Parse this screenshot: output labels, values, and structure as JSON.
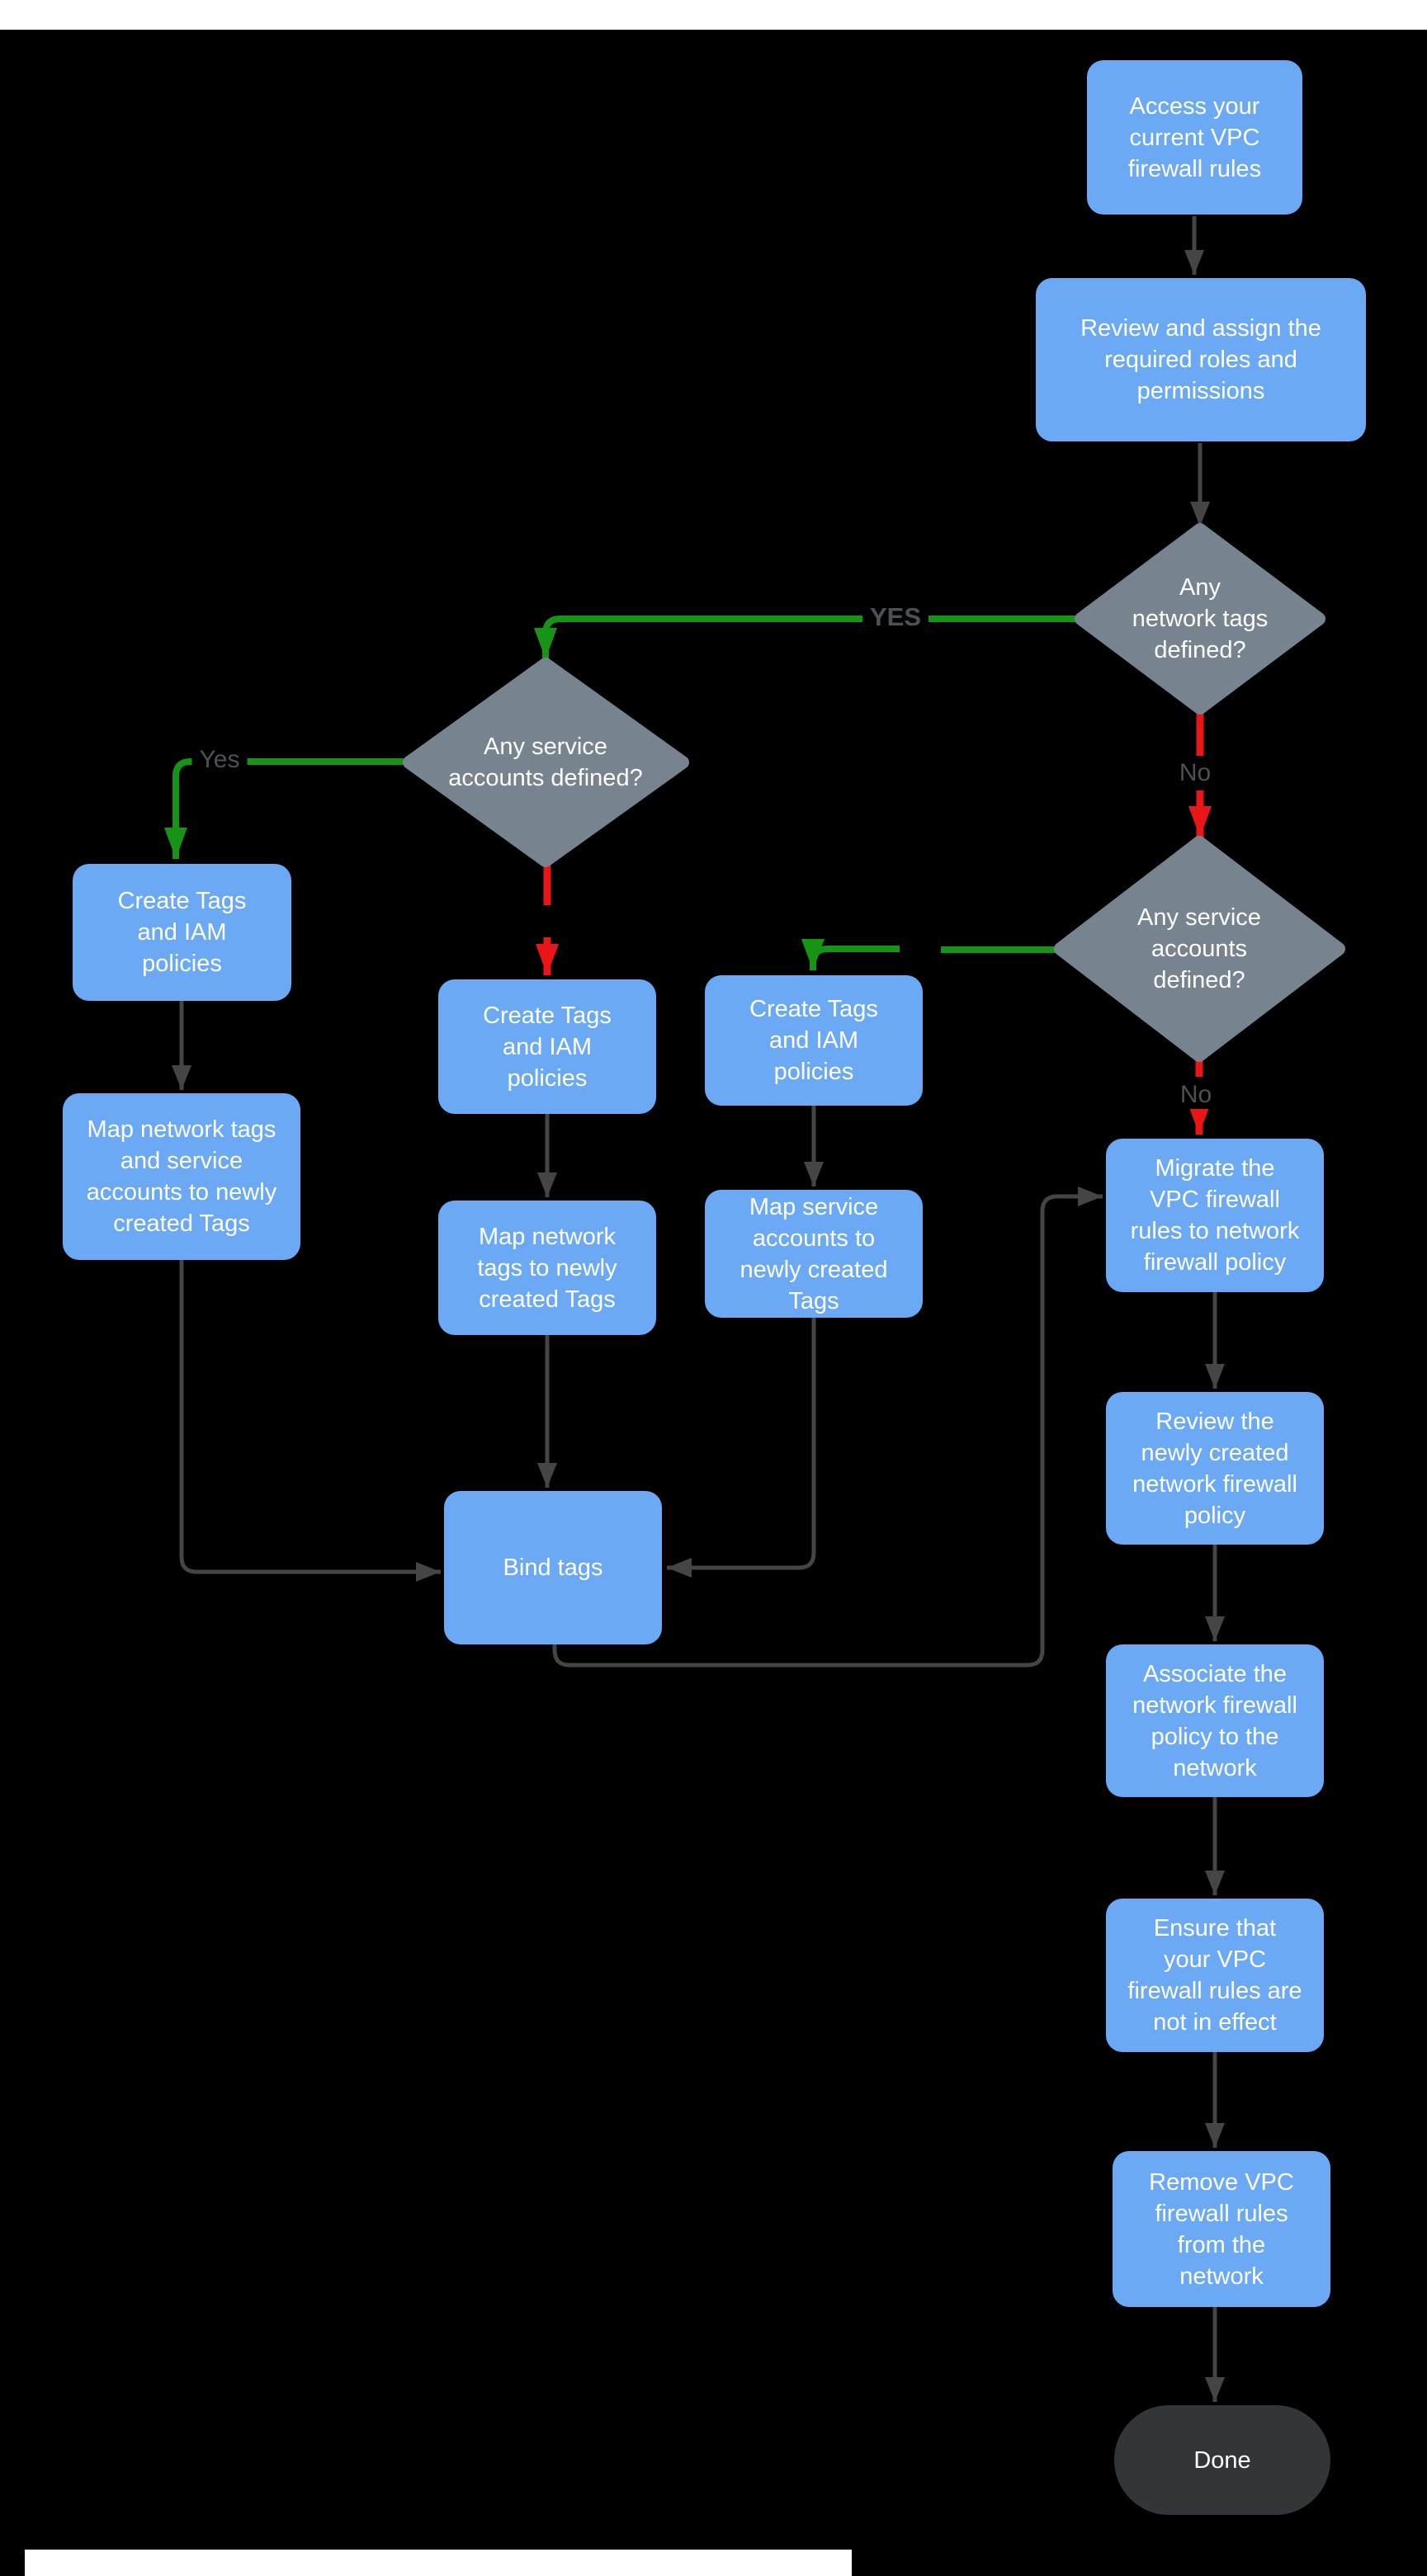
{
  "canvas": {
    "background": "#000000",
    "top_bar_color": "#ffffff",
    "bottom_bar_color": "#ffffff"
  },
  "colors": {
    "process_fill": "#6CA9F5",
    "decision_fill": "#77838F",
    "terminator_fill": "#333638",
    "node_text": "#ffffff",
    "edge_default": "#454545",
    "edge_yes": "#169416",
    "edge_no": "#E81616",
    "edge_label_text": "#4C5156"
  },
  "nodes": {
    "access": {
      "label": "Access your\ncurrent VPC\nfirewall rules"
    },
    "review_roles": {
      "label": "Review and assign the\nrequired roles and\npermissions"
    },
    "network_tags_decision": {
      "label": "Any\nnetwork tags\ndefined?"
    },
    "service_accounts_decision_left": {
      "label": "Any service\naccounts defined?"
    },
    "service_accounts_decision_right": {
      "label": "Any service\naccounts\ndefined?"
    },
    "create_tags_left": {
      "label": "Create Tags\nand IAM\npolicies"
    },
    "map_network_and_service": {
      "label": "Map network tags\nand service\naccounts to newly\ncreated Tags"
    },
    "create_tags_middle": {
      "label": "Create Tags\nand IAM\npolicies"
    },
    "map_network_tags": {
      "label": "Map network\ntags to newly\ncreated Tags"
    },
    "create_tags_right": {
      "label": "Create Tags\nand IAM\npolicies"
    },
    "map_service_accounts": {
      "label": "Map service\naccounts  to\nnewly created\nTags"
    },
    "bind_tags": {
      "label": "Bind tags"
    },
    "migrate": {
      "label": "Migrate the\nVPC firewall\nrules to network\nfirewall policy"
    },
    "review_policy": {
      "label": "Review the\nnewly created\nnetwork firewall\npolicy"
    },
    "associate": {
      "label": "Associate the\nnetwork firewall\npolicy to the\nnetwork"
    },
    "ensure": {
      "label": "Ensure that\nyour VPC\nfirewall rules are\nnot in effect"
    },
    "remove": {
      "label": "Remove  VPC\nfirewall rules\nfrom the\nnetwork"
    },
    "done": {
      "label": "Done"
    }
  },
  "edge_labels": {
    "yes_upper": "YES",
    "yes_left": "Yes",
    "no_upper": "No",
    "no_lower": "No"
  }
}
